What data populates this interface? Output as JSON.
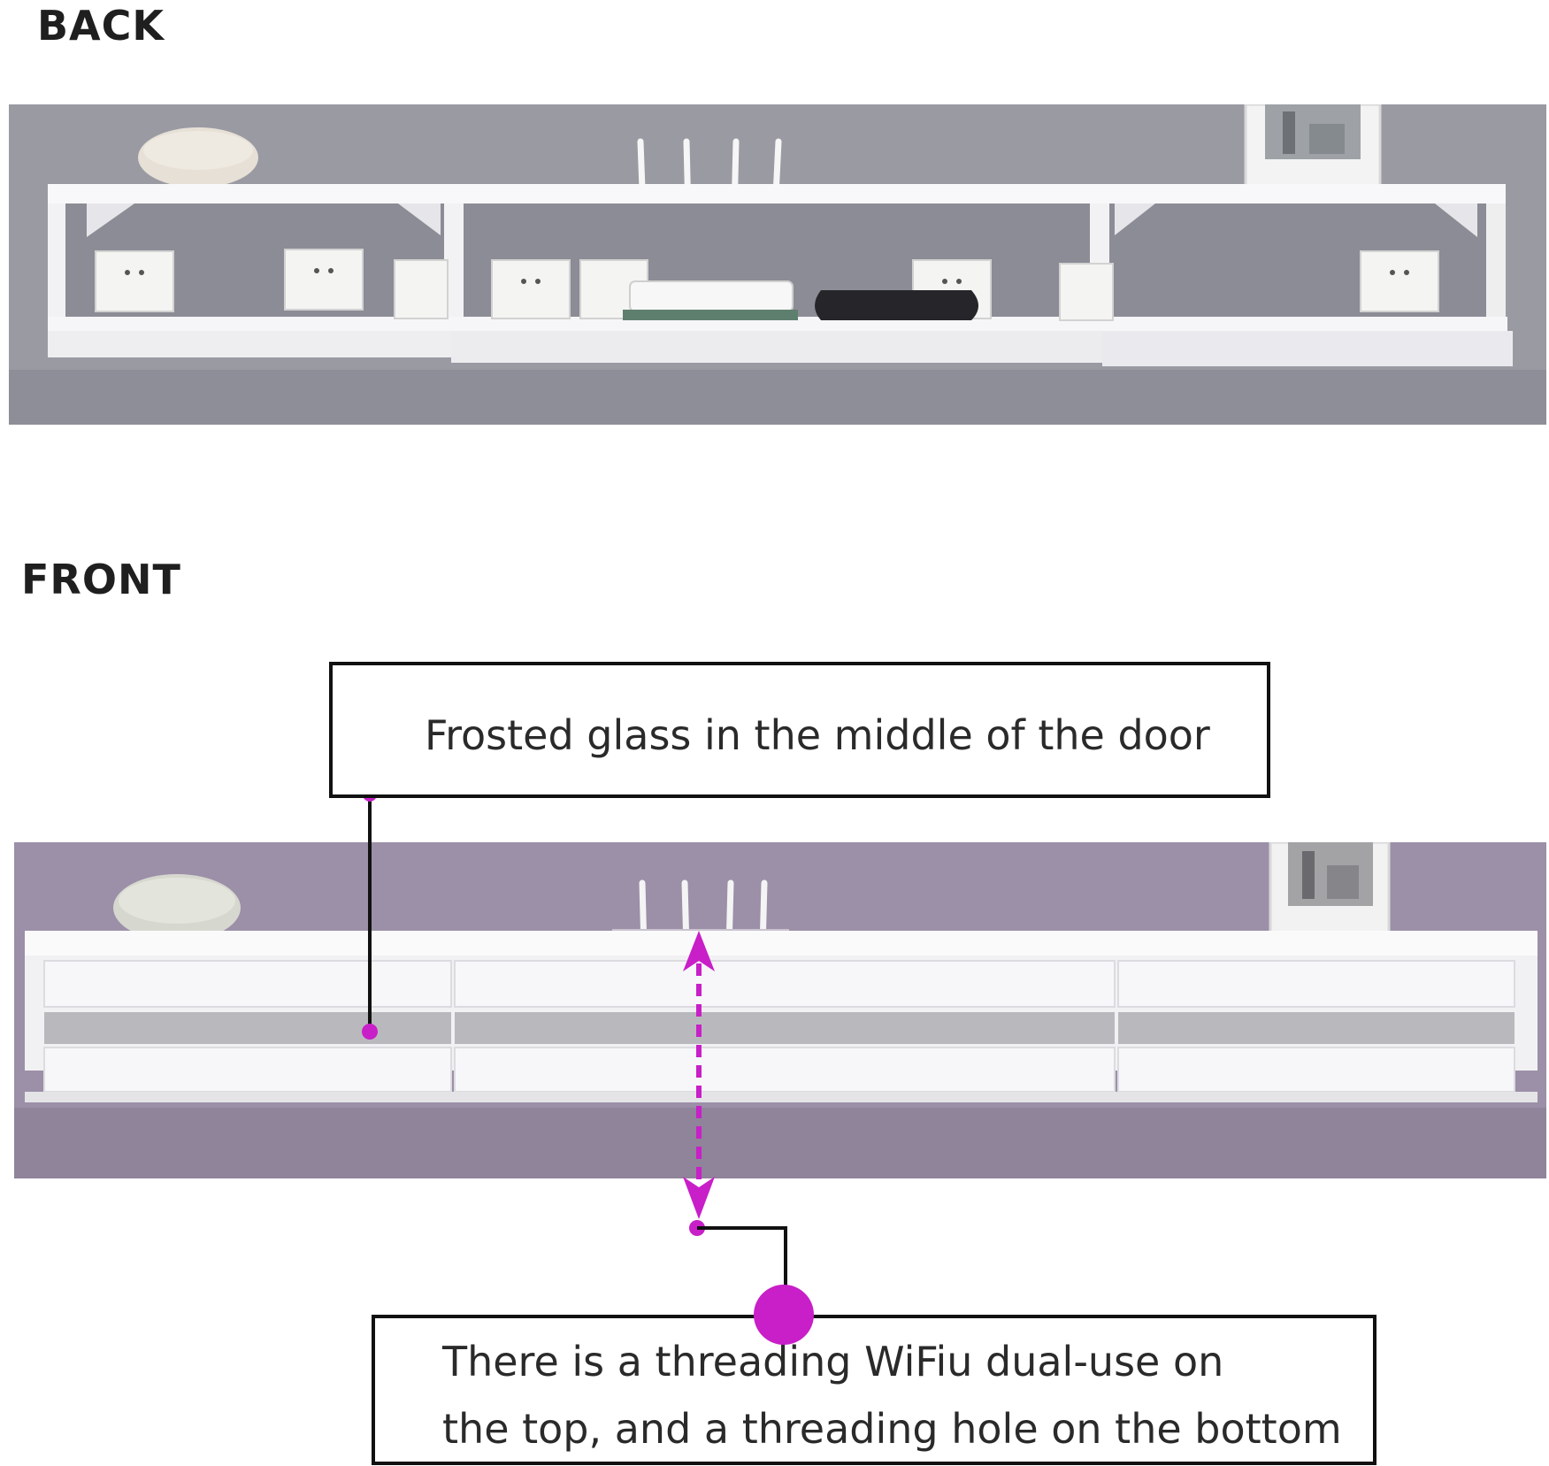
{
  "labels": {
    "back": "BACK",
    "front": "FRONT"
  },
  "callouts": {
    "frosted_glass": "Frosted glass in the middle of the door",
    "threading_line_1": "There is a threading WiFiu dual-use on",
    "threading_line_2": "the top, and a threading hole on the bottom"
  },
  "colors": {
    "accent": "#c81fc8",
    "back_wall": "#9a9aa3",
    "front_wall": "#9c8fa8",
    "cabinet": "#f4f4f6",
    "frosted_glass": "#b9b9bd"
  },
  "icons": {
    "wall_socket": "wall-socket-icon",
    "router": "router-icon",
    "arrow": "double-headed-arrow-icon"
  }
}
